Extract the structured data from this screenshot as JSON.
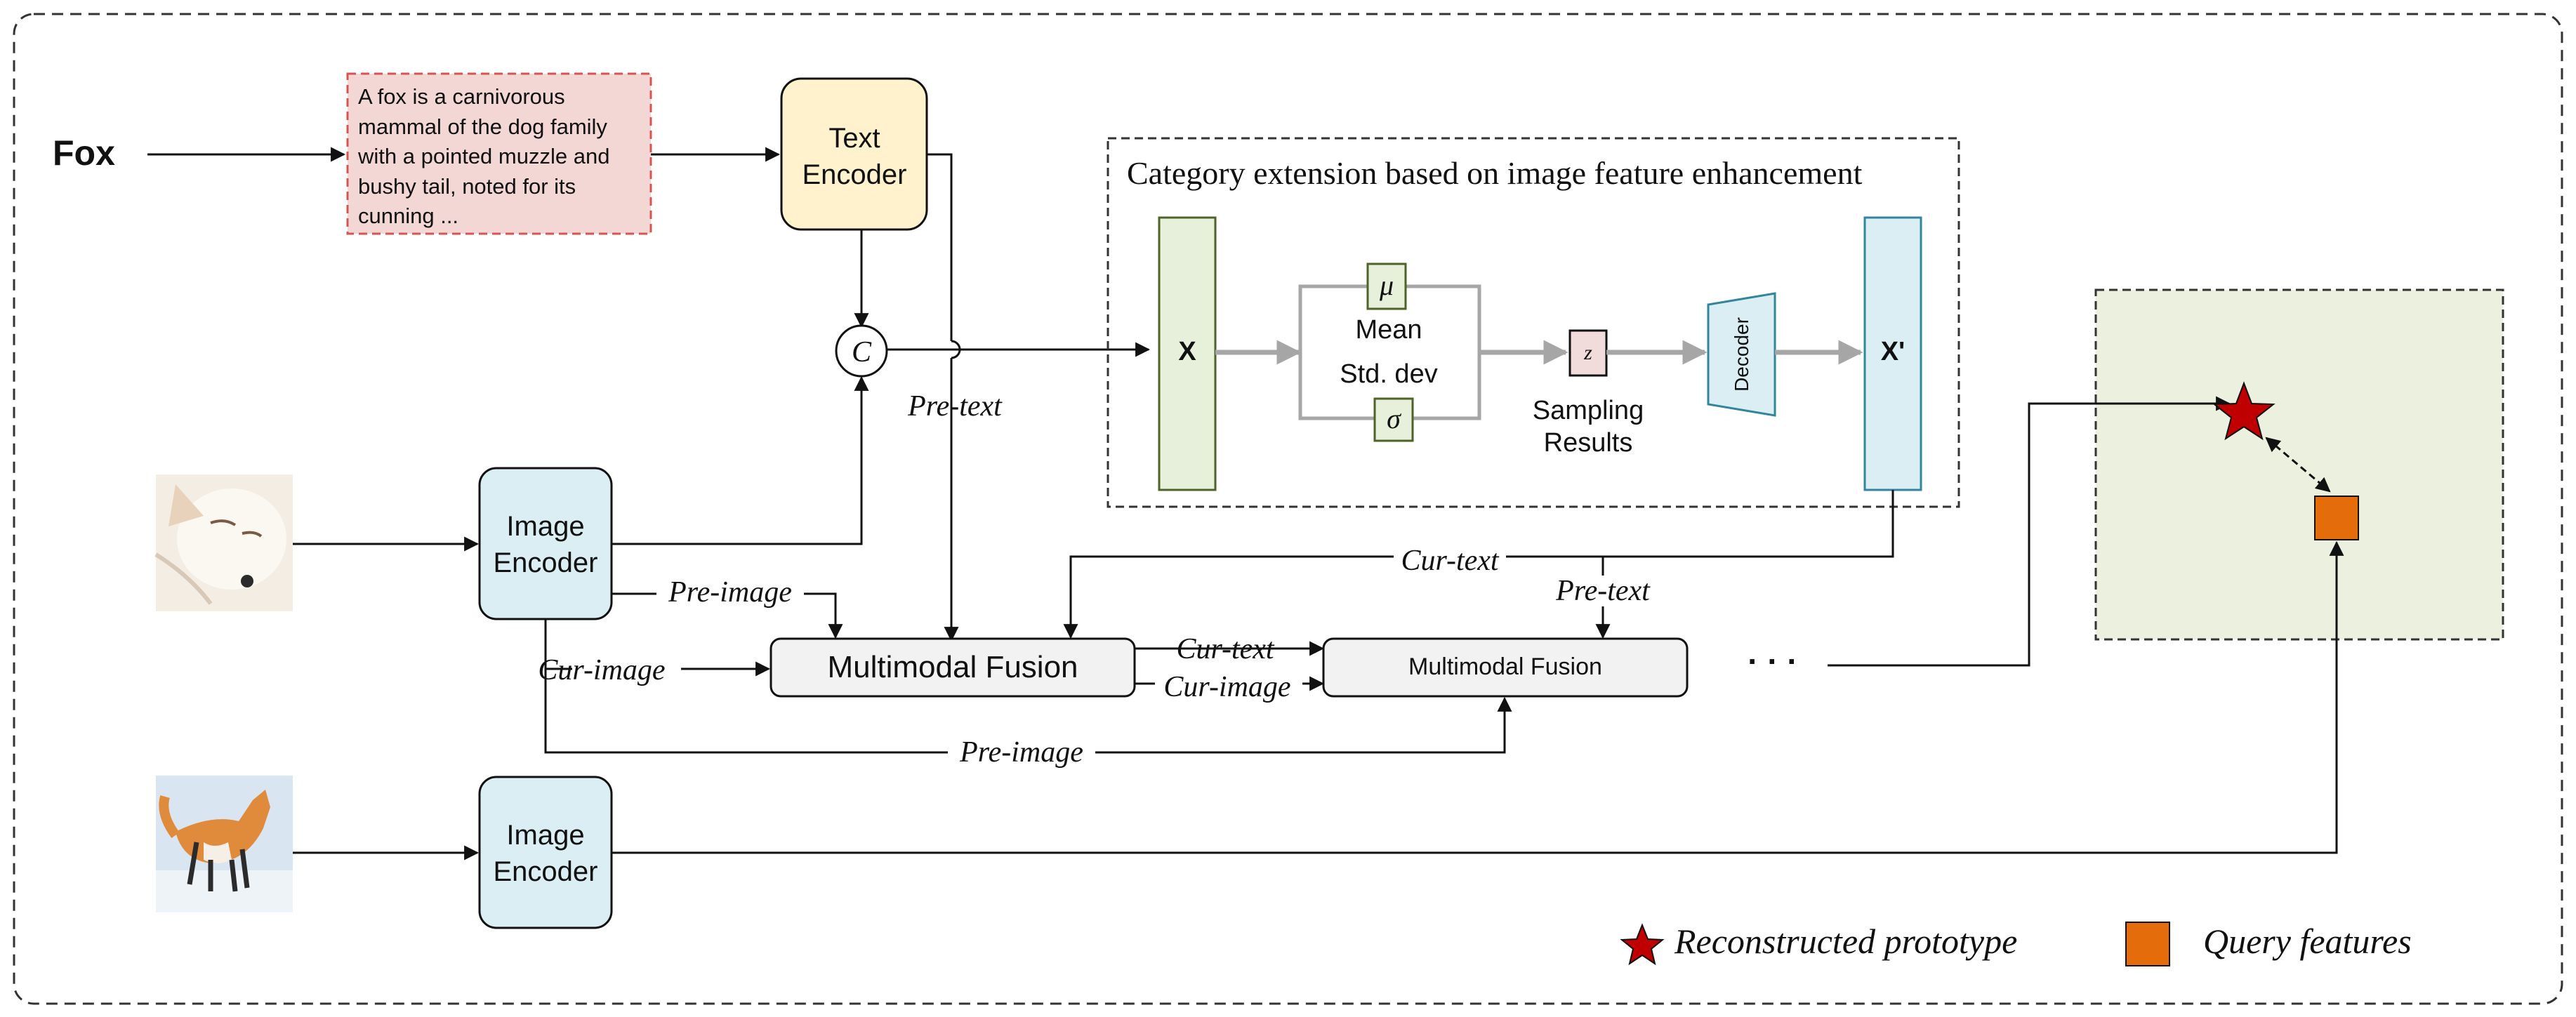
{
  "input_label": "Fox",
  "description_text": [
    "A fox is a carnivorous",
    "mammal of the dog family",
    "with a pointed muzzle and",
    "bushy tail, noted for its",
    "cunning ..."
  ],
  "text_encoder": [
    "Text",
    "Encoder"
  ],
  "concat_symbol": "C",
  "image_encoder": [
    "Image",
    "Encoder"
  ],
  "image_encoder_2": [
    "Image",
    "Encoder"
  ],
  "extension_panel": {
    "title": "Category extension based on image feature enhancement",
    "x_label": "X",
    "mu_label": "μ",
    "mean_label": "Mean",
    "std_label": "Std. dev",
    "sigma_label": "σ",
    "z_label": "z",
    "sampling_label": [
      "Sampling",
      "Results"
    ],
    "decoder_label": "Decoder",
    "x_prime_label": "X'"
  },
  "fusion_1": "Multimodal Fusion",
  "fusion_2": "Multimodal Fusion",
  "ellipsis": "· · ·",
  "flow_labels": {
    "pre_text_1": "Pre-text",
    "cur_text_top": "Cur-text",
    "pre_text_2": "Pre-text",
    "pre_image_1": "Pre-image",
    "cur_image_1": "Cur-image",
    "cur_text_mid": "Cur-text",
    "cur_image_2": "Cur-image",
    "pre_image_bottom": "Pre-image"
  },
  "legend": {
    "star_label": "Reconstructed prototype",
    "square_label": "Query features"
  },
  "colors": {
    "description_fill": "#f2d7d5",
    "description_border": "#d9534f",
    "text_encoder_fill": "#fff2cc",
    "image_encoder_fill": "#dbeef4",
    "fusion_fill": "#f2f2f2",
    "feature_x_fill": "#e6f0da",
    "feature_x_border": "#4f6228",
    "decoder_fill": "#dbeef4",
    "decoder_border": "#31859c",
    "z_fill": "#f2dcdb",
    "embedding_space_fill": "#ebf1de",
    "star": "#c00000",
    "query_square": "#e46c0a",
    "gray_arrow": "#a6a6a6"
  }
}
